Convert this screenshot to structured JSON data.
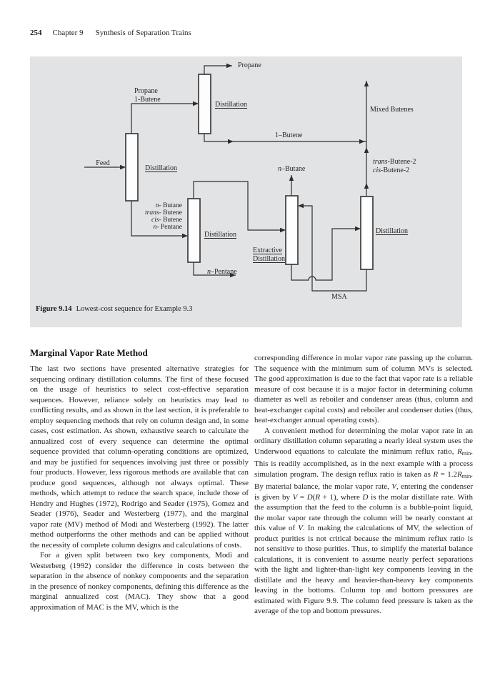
{
  "header": {
    "page_number": "254",
    "chapter": "Chapter 9",
    "title": "Synthesis of Separation Trains"
  },
  "figure": {
    "caption_label": "Figure 9.14",
    "caption_text": "Lowest-cost sequence for Example 9.3",
    "labels": {
      "feed": "Feed",
      "col2_feed": [
        "Propane",
        "1-Butene"
      ],
      "unit1": "Distillation",
      "propane": "Propane",
      "unit2": "Distillation",
      "one_butene": "1–Butene",
      "mixed_butenes": "Mixed Butenes",
      "trans_cis": [
        [
          {
            "t": "trans",
            "s": "i"
          },
          {
            "t": "-Butene-2"
          }
        ],
        [
          {
            "t": "cis",
            "s": "i"
          },
          {
            "t": "-Butene-2"
          }
        ]
      ],
      "col1_bottoms": [
        [
          {
            "t": "n-",
            "s": "i"
          },
          {
            "t": " Butane"
          }
        ],
        [
          {
            "t": "trans-",
            "s": "i"
          },
          {
            "t": " Butene"
          }
        ],
        [
          {
            "t": "cis-",
            "s": "i"
          },
          {
            "t": " Butene"
          }
        ],
        [
          {
            "t": "n-",
            "s": "i"
          },
          {
            "t": " Pentane"
          }
        ]
      ],
      "unit3": "Distillation",
      "n_pentane": [
        {
          "t": "n",
          "s": "i"
        },
        {
          "t": "–Pentane"
        }
      ],
      "n_butane": [
        {
          "t": "n",
          "s": "i"
        },
        {
          "t": "–Butane"
        }
      ],
      "unit4": [
        "Extractive",
        "Distillation"
      ],
      "unit5": "Distillation",
      "msa": "MSA"
    },
    "colors": {
      "panel_bg": "#e2e3e5",
      "line": "#2e2e2e",
      "column_fill": "#fdfdfd"
    }
  },
  "article": {
    "heading": "Marginal Vapor Rate Method",
    "left_paragraphs": [
      "The last two sections have presented alternative strategies for sequencing ordinary distillation columns. The first of these focused on the usage of heuristics to select cost-effective separation sequences. However, reliance solely on heuristics may lead to conflicting results, and as shown in the last section, it is preferable to employ sequencing methods that rely on column design and, in some cases, cost estimation. As shown, exhaustive search to calculate the annualized cost of every sequence can determine the optimal sequence provided that column-operating conditions are optimized, and may be justified for sequences involving just three or possibly four products. However, less rigorous methods are available that can produce good sequences, although not always optimal. These methods, which attempt to reduce the search space, include those of Hendry and Hughes (1972), Rodrigo and Seader (1975), Gomez and Seader (1976), Seader and Westerberg (1977), and the marginal vapor rate (MV) method of Modi and Westerberg (1992). The latter method outperforms the other methods and can be applied without the necessity of complete column designs and calculations of costs.",
      "For a given split between two key components, Modi and Westerberg (1992) consider the difference in costs between the separation in the absence of nonkey components and the separation in the presence of nonkey components, defining this difference as the marginal annualized cost (MAC). They show that a good approximation of MAC is the MV, which is the"
    ],
    "right_par1": "corresponding difference in molar vapor rate passing up the column. The sequence with the minimum sum of column MVs is selected. The good approximation is due to the fact that vapor rate is a reliable measure of cost because it is a major factor in determining column diameter as well as reboiler and condenser areas (thus, column and heat-exchanger capital costs) and reboiler and condenser duties (thus, heat-exchanger annual operating costs).",
    "right_par2": [
      {
        "t": "A convenient method for determining the molar vapor rate in an ordinary distillation column separating a nearly ideal system uses the Underwood equations to calculate the minimum reflux ratio, "
      },
      {
        "t": "R",
        "s": "i"
      },
      {
        "t": "min",
        "s": "sub"
      },
      {
        "t": ". This is readily accomplished, as in the next example with a process simulation program. The design reflux ratio is taken as "
      },
      {
        "t": "R",
        "s": "i"
      },
      {
        "t": " = 1.2"
      },
      {
        "t": "R",
        "s": "i"
      },
      {
        "t": "min",
        "s": "sub"
      },
      {
        "t": ". By material balance, the molar vapor rate, "
      },
      {
        "t": "V",
        "s": "i"
      },
      {
        "t": ", entering the condenser is given by "
      },
      {
        "t": "V",
        "s": "i"
      },
      {
        "t": " = "
      },
      {
        "t": "D",
        "s": "i"
      },
      {
        "t": "("
      },
      {
        "t": "R",
        "s": "i"
      },
      {
        "t": " + 1), where "
      },
      {
        "t": "D",
        "s": "i"
      },
      {
        "t": " is the molar distillate rate. With the assumption that the feed to the column is a bubble-point liquid, the molar vapor rate through the column will be nearly constant at this value of "
      },
      {
        "t": "V",
        "s": "i"
      },
      {
        "t": ". In making the calculations of MV, the selection of product purities is not critical because the minimum reflux ratio is not sensitive to those purities. Thus, to simplify the material balance calculations, it is convenient to assume nearly perfect separations with the light and lighter-than-light key components leaving in the distillate and the heavy and heavier-than-heavy key components leaving in the bottoms. Column top and bottom pressures are estimated with Figure 9.9. The column feed pressure is taken as the average of the top and bottom pressures."
      }
    ]
  }
}
